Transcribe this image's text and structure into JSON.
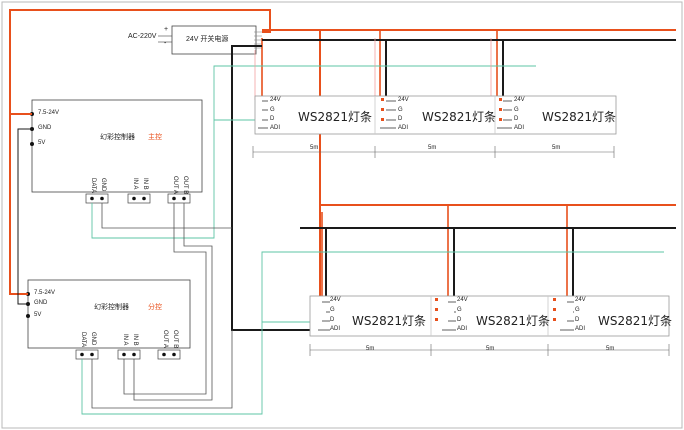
{
  "power": {
    "ac_label": "AC-220V",
    "supply_label": "24V 开关电源",
    "plus": "+",
    "minus": "-"
  },
  "main_controller": {
    "pins": [
      "7.5-24V",
      "GND",
      "5V"
    ],
    "name": "幻彩控制器",
    "role": "主控",
    "ports": [
      "DATA",
      "GND",
      "IN A",
      "IN B",
      "OUT A",
      "OUT B"
    ]
  },
  "sub_controller": {
    "pins": [
      "7.5-24V",
      "GND",
      "5V"
    ],
    "name": "幻彩控制器",
    "role": "分控",
    "ports": [
      "DATA",
      "GND",
      "IN A",
      "IN B",
      "OUT A",
      "OUT B"
    ]
  },
  "strip_pins": [
    "24V",
    "G",
    "D",
    "ADI"
  ],
  "strip_label": "WS2821灯条",
  "segment_length": "5m",
  "colors": {
    "power_line": "#e8501c",
    "ground_line": "#1a1a1a",
    "data_line": "#5ec4a6",
    "pink_line": "#f2a0a0",
    "frame": "#7a7a7a"
  }
}
